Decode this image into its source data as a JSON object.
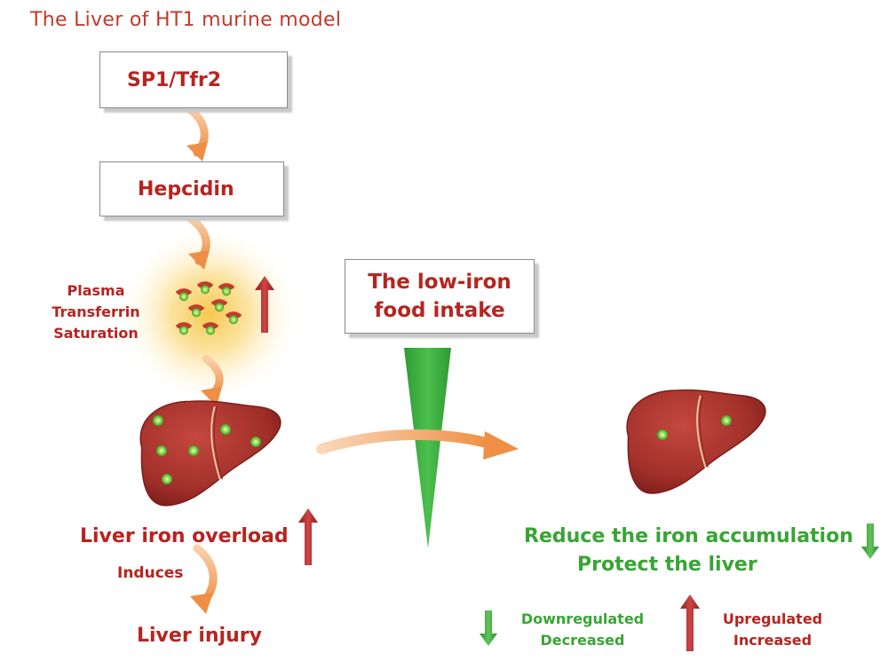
{
  "title": "The Liver of HT1 murine model",
  "boxes": {
    "sp1": "SP1/Tfr2",
    "hepcidin": "Hepcidin",
    "low_iron_line1": "The low-iron",
    "low_iron_line2": "food intake"
  },
  "plasma": {
    "line1": "Plasma",
    "line2": "Transferrin",
    "line3": "Saturation"
  },
  "left": {
    "overload": "Liver iron overload",
    "induces": "Induces",
    "injury": "Liver injury"
  },
  "right": {
    "reduce": "Reduce the iron accumulation",
    "protect": "Protect the liver"
  },
  "legend": {
    "down_line1": "Downregulated",
    "down_line2": "Decreased",
    "up_line1": "Upregulated",
    "up_line2": "Increased"
  },
  "colors": {
    "text_red": "#b7241f",
    "text_green": "#38a534",
    "arrow_green": "#4caf3e",
    "arrow_red": "#b02a2a",
    "flow_orange": "#f3a060",
    "liver": "#a8302a",
    "wedge": "#3cb043",
    "glow": "#f6c64a"
  },
  "icons": [
    "down-arrow-icon",
    "up-arrow-icon",
    "flow-arrow-icon",
    "liver-icon",
    "transferrin-icon"
  ]
}
